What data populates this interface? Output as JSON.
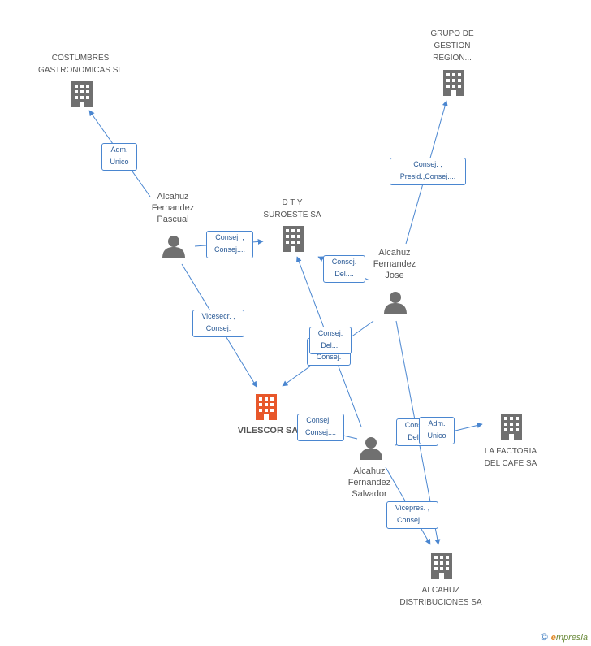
{
  "nodes": {
    "costumbres": {
      "label": "COSTUMBRES\nGASTRONOMICAS SL"
    },
    "grupo": {
      "label": "GRUPO DE\nGESTION\nREGION..."
    },
    "dty": {
      "label": "D T Y\nSUROESTE SA"
    },
    "vilescor": {
      "label": "VILESCOR SA"
    },
    "factoria": {
      "label": "LA FACTORIA\nDEL CAFE SA"
    },
    "alcahuz_dist": {
      "label": "ALCAHUZ\nDISTRIBUCIONES SA"
    },
    "pascual": {
      "label": "Alcahuz\nFernandez\nPascual"
    },
    "jose": {
      "label": "Alcahuz\nFernandez\nJose"
    },
    "salvador": {
      "label": "Alcahuz\nFernandez\nSalvador"
    }
  },
  "edges": {
    "e1": "Adm.\nUnico",
    "e2": "Consej. ,\nConsej....",
    "e3": "Vicesecr. ,\nConsej.",
    "e4": "Consej. ,\nPresid.,Consej....",
    "e5": "Consej.\nDel....",
    "e6": "Consej.\nDel....",
    "e6b": "Consej.",
    "e7": "Consej. ,\nConsej....",
    "e8": "Consej.\nDel....",
    "e9": "Adm.\nUnico",
    "e10": "Vicepres. ,\nConsej...."
  },
  "footer": {
    "copyright": "©",
    "brand_e": "e",
    "brand_rest": "mpresia"
  },
  "colors": {
    "edge": "#4a86d0",
    "building": "#707070",
    "main_building": "#e8572a",
    "person": "#707070"
  }
}
